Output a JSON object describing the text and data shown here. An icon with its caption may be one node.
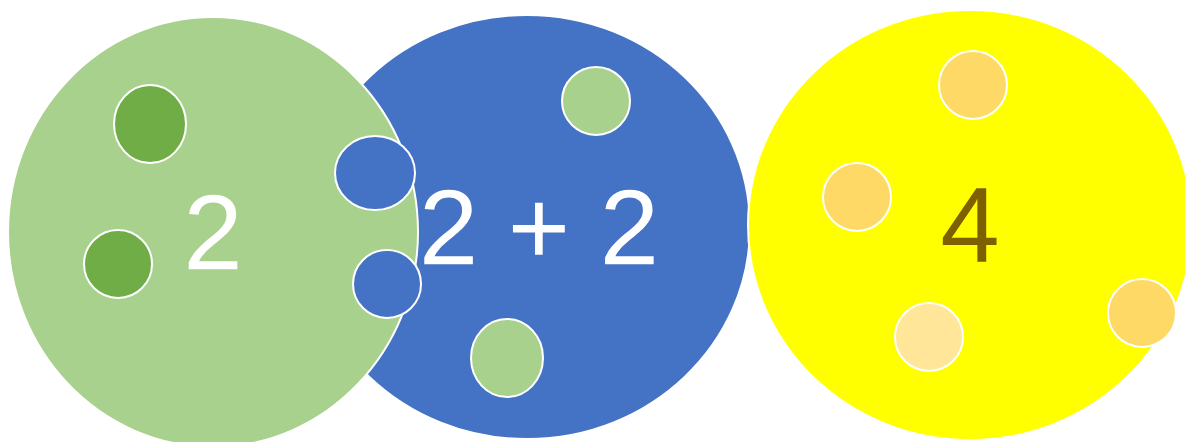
{
  "diagram": {
    "nodes": [
      {
        "text": [
          "2"
        ]
      },
      {
        "text": [],
        "shape": "circle",
        "in": 0
      },
      {
        "text": [],
        "shape": "circle",
        "in": 0
      },
      {
        "text": [
          "2 + 2"
        ]
      },
      {
        "text": [],
        "shape": "circle",
        "in": 3
      },
      {
        "text": [],
        "shape": "circle",
        "in": 3
      },
      {
        "text": [],
        "shape": "circle"
      },
      {
        "text": [],
        "shape": "circle"
      },
      {
        "text": [
          "4"
        ]
      },
      {
        "text": [],
        "shape": "circle",
        "in": 8
      },
      {
        "text": [],
        "shape": "circle",
        "in": 8
      },
      {
        "text": [],
        "shape": "circle",
        "in": 8
      },
      {
        "text": [],
        "shape": "circle",
        "in": 8
      }
    ]
  }
}
